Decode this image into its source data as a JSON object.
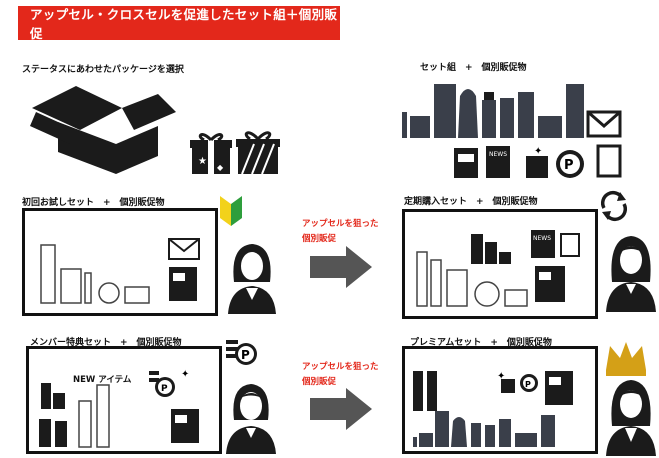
{
  "banner": {
    "title": "アップセル・クロスセルを促進したセット組＋個別販促"
  },
  "left_top": {
    "label": "ステータスにあわせたパッケージを選択"
  },
  "right_top": {
    "label": "セット組　+　個別販促物"
  },
  "rows": [
    {
      "left_label": "初回お試しセット　+　個別販促物",
      "right_label": "定期購入セット　+　個別販促物",
      "arrow_text": [
        "アップセルを狙った",
        "個別販促"
      ]
    },
    {
      "left_label": "メンバー特典セット　+　個別販促物",
      "right_label": "プレミアムセット　+　個別販促物",
      "arrow_text": [
        "アップセルを狙った",
        "個別販促"
      ],
      "left_item_label": "NEW アイテム"
    }
  ],
  "colors": {
    "banner": "#e3281b",
    "icon": "#1b1b1b",
    "bottle": "#3a3f4a",
    "crown": "#d4a017",
    "beginner_green": "#2e9e3c",
    "beginner_yellow": "#f2d21b",
    "arrow": "#555555"
  }
}
